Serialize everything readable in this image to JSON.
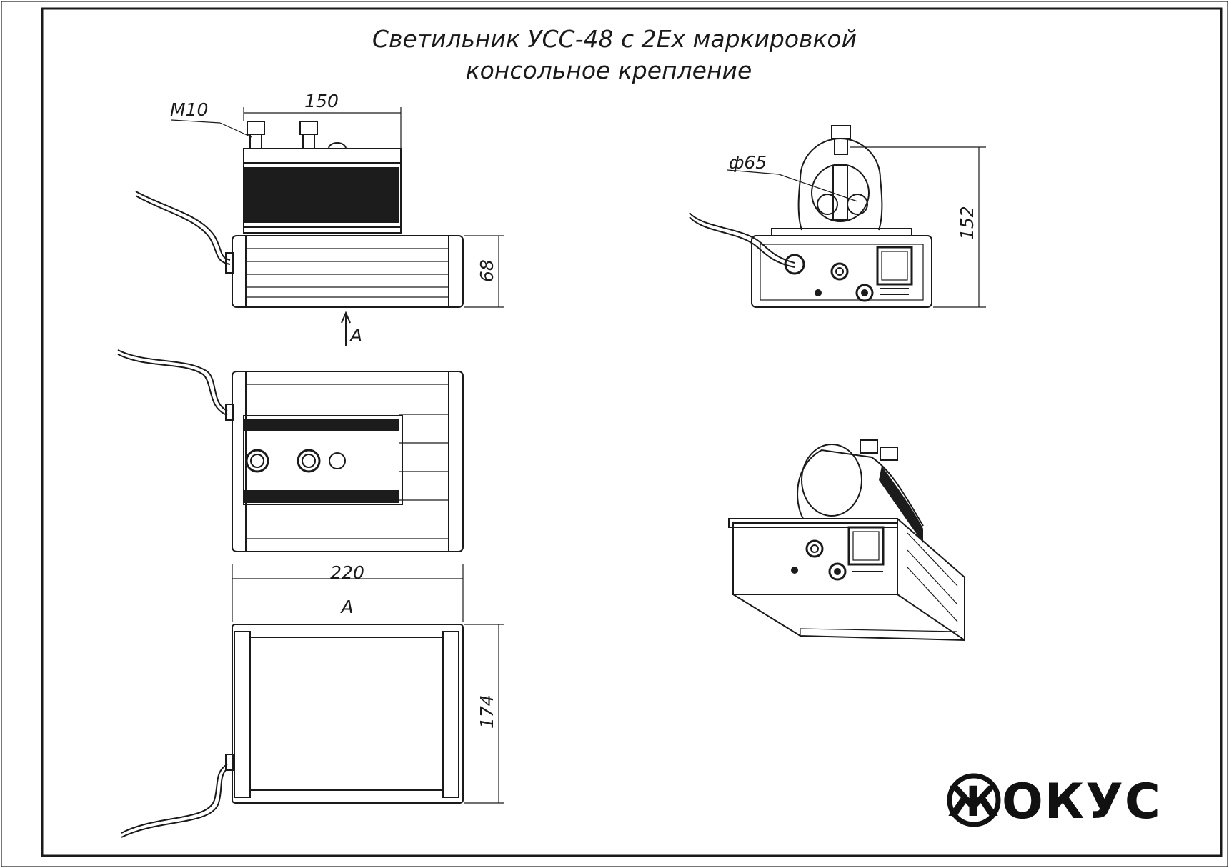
{
  "title": {
    "line1": "Светильник УСС-48 с 2Ex маркировкой",
    "line2": "консольное крепление"
  },
  "dimensions": {
    "thread": "M10",
    "mount_length": "150",
    "height_front": "68",
    "view_marker": "A",
    "total_length": "220",
    "view_label": "A",
    "width": "174",
    "pipe_diameter": "ф65",
    "total_height": "152"
  },
  "logo": {
    "text": "ОКУС",
    "glyph": "Ж"
  },
  "colors": {
    "ink": "#1a1a1a",
    "fill_dark": "#1c1c1c",
    "paper": "#ffffff"
  }
}
